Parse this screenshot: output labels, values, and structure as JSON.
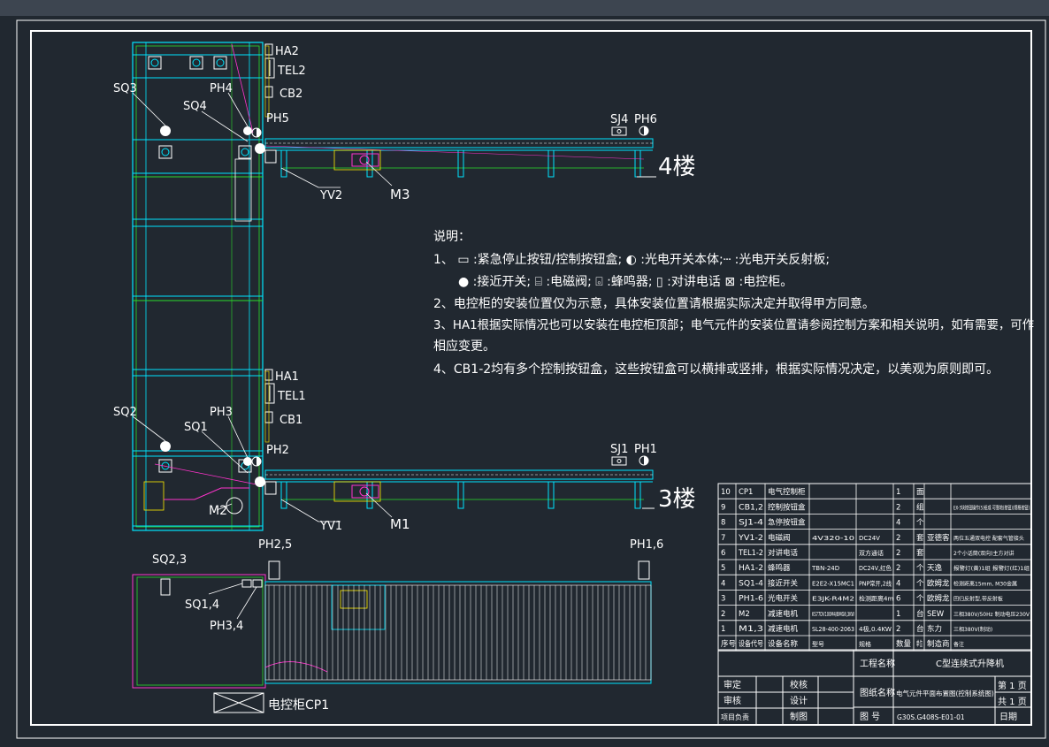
{
  "labels": {
    "ha2": "HA2",
    "tel2": "TEL2",
    "cb2": "CB2",
    "sq3": "SQ3",
    "ph4": "PH4",
    "sq4": "SQ4",
    "ph5": "PH5",
    "sj4": "SJ4",
    "ph6": "PH6",
    "yv2": "YV2",
    "m3": "M3",
    "floor4": "4楼",
    "ha1": "HA1",
    "tel1": "TEL1",
    "cb1": "CB1",
    "sq2": "SQ2",
    "ph3": "PH3",
    "sq1": "SQ1",
    "ph2": "PH2",
    "sj1": "SJ1",
    "ph1": "PH1",
    "m2": "M2",
    "yv1": "YV1",
    "m1": "M1",
    "floor3": "3楼",
    "sq23": "SQ2,3",
    "ph25": "PH2,5",
    "ph16": "PH1,6",
    "sq14": "SQ1,4",
    "ph34": "PH3,4",
    "cabinet": "电控柜CP1"
  },
  "notes": {
    "title": "说明：",
    "line1": "1、 ▭ :紧急停止按钮/控制按钮盒; ◐ :光电开关本体;┄  :光电开关反射板;",
    "line2": "● :接近开关; ⌸ :电磁阀; ⌻ :蜂鸣器; ▯ :对讲电话 ⊠ :电控柜。",
    "line3": "2、电控柜的安装位置仅为示意，具体安装位置请根据实际决定并取得甲方同意。",
    "line4": "3、HA1根据实际情况也可以安装在电控柜顶部；电气元件的安装位置请参阅控制方案和相关说明，如有需要，可作",
    "line5": "相应变更。",
    "line6": "4、CB1-2均有多个控制按钮盒，这些按钮盒可以横排或竖排，根据实际情况决定，以美观为原则即可。"
  },
  "bom": {
    "rows": [
      [
        "10",
        "CP1",
        "电气控制柜",
        "",
        "",
        "1",
        "面",
        "",
        ""
      ],
      [
        "9",
        "CB1,2",
        "控制按钮盒",
        "",
        "",
        "2",
        "组",
        "",
        "EX-3块按钮操作(5)组成 可靠地(按钮)(规格按钮)"
      ],
      [
        "8",
        "SJ1-4",
        "急停按钮盒",
        "",
        "",
        "4",
        "个",
        "",
        ""
      ],
      [
        "7",
        "YV1-2",
        "电磁阀",
        "4V320-10",
        "DC24V",
        "2",
        "套",
        "亚德客",
        "两位五通双电控 配套气管接头"
      ],
      [
        "6",
        "TEL1-2",
        "对讲电话",
        "",
        "双方通话",
        "2",
        "套",
        "",
        "2个小话筒(双向)主方对讲"
      ],
      [
        "5",
        "HA1-2",
        "蜂鸣器",
        "TBN-24D",
        "DC24V,红色",
        "2",
        "个",
        "天逸",
        "报警灯(黄)1组 报警灯(红)1组"
      ],
      [
        "4",
        "SQ1-4",
        "接近开关",
        "E2E2-X15MC1",
        "PNP常开,2线",
        "4",
        "个",
        "欧姆龙",
        "检测距离15mm, M30金属"
      ],
      [
        "3",
        "PH1-6",
        "光电开关",
        "E3JK-R4M2",
        "检测距离4m",
        "6",
        "个",
        "欧姆龙",
        "回归反射型,带反射板"
      ],
      [
        "2",
        "M2",
        "减速电机",
        "KS77DV100M4/BMG8,3KW",
        "",
        "1",
        "台",
        "SEW",
        "三相380V/50Hz 制动电压230V"
      ],
      [
        "1",
        "M1,3",
        "减速电机",
        "SL28-400-2063",
        "4极,0.4KW",
        "2",
        "台",
        "东力",
        "三相380V(制动)"
      ]
    ],
    "header": [
      "序号",
      "设备代号",
      "设备名称",
      "型号",
      "规格",
      "数量",
      "单位",
      "制造商",
      "备注"
    ],
    "project_label": "工程名称",
    "project_name": "C型连续式升降机",
    "drawing_label": "图纸名称",
    "drawing_name": "电气元件平面布置图(控制系统图)",
    "page_no": "第 1 页",
    "page_total": "共 1 页",
    "review": "审定",
    "check": "校核",
    "audit": "审核",
    "design": "设计",
    "lead": "项目负责",
    "draw": "制图",
    "code_label": "图 号",
    "code": "G30S.G408S-E01-01",
    "date_label": "日期"
  }
}
